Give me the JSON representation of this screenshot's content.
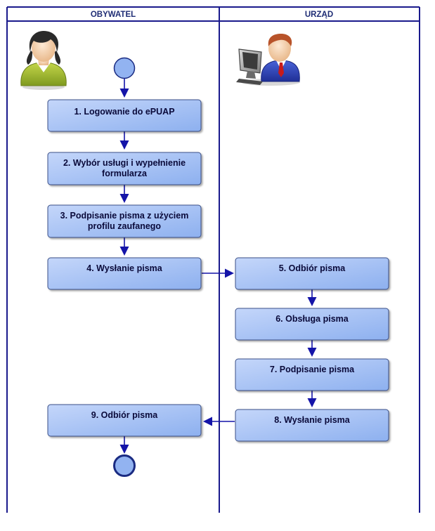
{
  "colors": {
    "lane_border": "#1a1a8c",
    "box_fill_light": "#c4d6fa",
    "box_fill_dark": "#8db0ef",
    "box_stroke": "#3a4f87",
    "arrow": "#1414a8",
    "event_fill": "#92b3f1",
    "event_stroke": "#1a2b82"
  },
  "lanes": [
    {
      "title": "OBYWATEL",
      "icon": "woman-user-icon"
    },
    {
      "title": "URZĄD",
      "icon": "clerk-computer-icon"
    }
  ],
  "steps": [
    {
      "lines": [
        "1. Logowanie do ePUAP"
      ]
    },
    {
      "lines": [
        "2. Wybór usługi i wypełnienie",
        "formularza"
      ]
    },
    {
      "lines": [
        "3. Podpisanie pisma z użyciem",
        "profilu zaufanego"
      ]
    },
    {
      "lines": [
        "4. Wysłanie pisma"
      ]
    },
    {
      "lines": [
        "5. Odbiór pisma"
      ]
    },
    {
      "lines": [
        "6. Obsługa pisma"
      ]
    },
    {
      "lines": [
        "7. Podpisanie pisma"
      ]
    },
    {
      "lines": [
        "8. Wysłanie pisma"
      ]
    },
    {
      "lines": [
        "9. Odbiór pisma"
      ]
    }
  ]
}
